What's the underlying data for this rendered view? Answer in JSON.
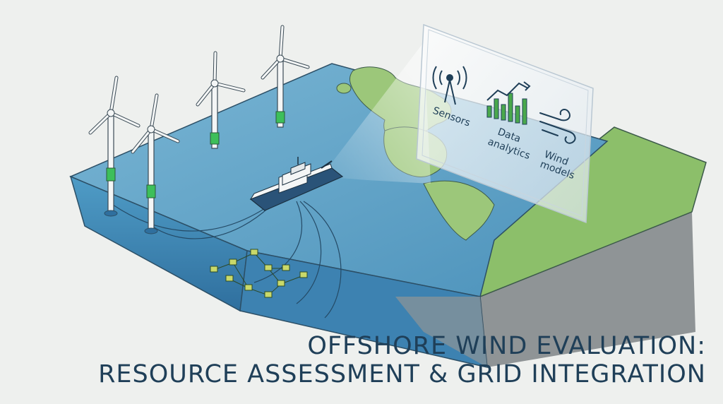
{
  "title": {
    "line1": "OFFSHORE WIND EVALUATION:",
    "line2": "RESOURCE ASSESSMENT & GRID INTEGRATION"
  },
  "hud_panel": {
    "items": [
      {
        "icon": "antenna-icon",
        "label_lines": [
          "Sensors"
        ]
      },
      {
        "icon": "bar-chart-icon",
        "label_lines": [
          "Data",
          "analytics"
        ]
      },
      {
        "icon": "wind-icon",
        "label_lines": [
          "Wind",
          "models"
        ]
      }
    ]
  },
  "colors": {
    "background": "#eef0ee",
    "water": "#5fa2c5",
    "land": "#8cbf6a",
    "cliff": "#9a9e9f",
    "title": "#1f3f58",
    "turbine_band": "#3dbf5a"
  }
}
